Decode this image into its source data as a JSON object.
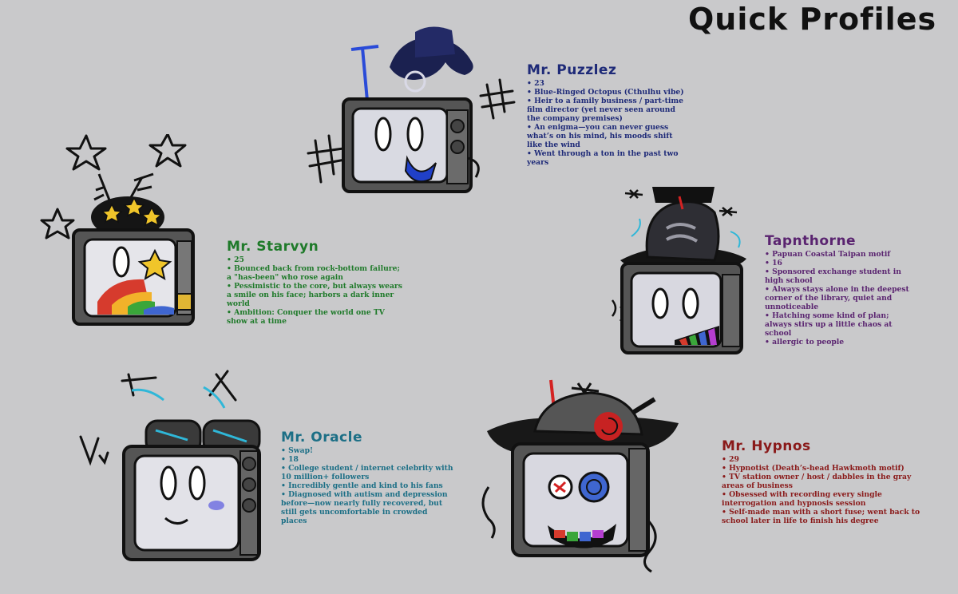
{
  "title": "Quick Profiles",
  "colors": {
    "background": "#c9c9cb",
    "puzzlez": "#1e2a78",
    "starvyn": "#1f7a2a",
    "tapnthorne": "#5a2470",
    "oracle": "#1c6f86",
    "hypnos": "#8a1a1a"
  },
  "profiles": {
    "puzzlez": {
      "name": "Mr. Puzzlez",
      "lines": [
        "• 23",
        "• Blue-Ringed Octopus (Cthulhu vibe)",
        "• Heir to a family business / part-time",
        "film director (yet never seen around",
        "the company premises)",
        "• An enigma—you can never guess",
        "what’s on his mind,  his moods shift",
        "like the wind",
        "• Went through a ton in the past two",
        "years"
      ]
    },
    "starvyn": {
      "name": "Mr. Starvyn",
      "lines": [
        "• 25",
        "• Bounced back from rock-bottom failure;",
        "a \"has-been\" who rose again",
        "• Pessimistic to the core, but always wears",
        "a smile on his face; harbors a dark inner",
        "world",
        "• Ambition: Conquer the world one TV",
        "show at a time"
      ]
    },
    "tapnthorne": {
      "name": "Tapnthorne",
      "lines": [
        "• Papuan Coastal Taipan motif",
        "• 16",
        "• Sponsored exchange student in",
        "high school",
        "• Always stays alone in the deepest",
        "corner of the library, quiet and",
        "unnoticeable",
        "• Hatching some kind of plan;",
        "always stirs up a little chaos at",
        "school",
        "• allergic to people"
      ]
    },
    "oracle": {
      "name": "Mr. Oracle",
      "lines": [
        "• Swap!",
        "• 18",
        "• College student / internet celebrity with",
        "10 million+ followers",
        "• Incredibly gentle and kind to his fans",
        "• Diagnosed with autism and depression",
        "before—now nearly fully recovered, but",
        "still gets uncomfortable in crowded",
        "places"
      ]
    },
    "hypnos": {
      "name": "Mr. Hypnos",
      "lines": [
        "• 29",
        "• Hypnotist (Death’s-head Hawkmoth motif)",
        "• TV station owner / host / dabbles in the gray",
        "areas of business",
        "• Obsessed with recording every single",
        "interrogation and hypnosis session",
        "• Self-made man with a short fuse; went back to",
        "school later in life to finish his degree"
      ]
    }
  }
}
